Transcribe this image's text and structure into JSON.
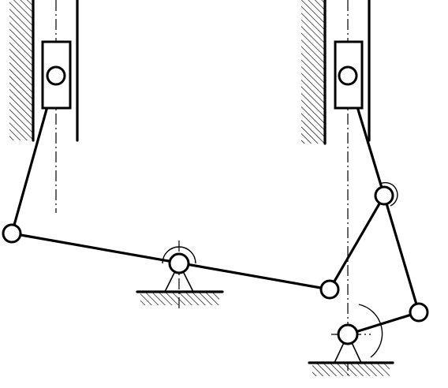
{
  "diagram": {
    "type": "planar-linkage-mechanism",
    "background": "#ffffff",
    "stroke_color": "#000000",
    "components": {
      "left_slider": "slider-block",
      "right_slider": "slider-block",
      "main_lever": "lever",
      "lever_pivot": "fixed-pivot",
      "crank": "crank",
      "crank_pivot": "fixed-pivot",
      "guide_walls": "hatched-guide"
    }
  }
}
